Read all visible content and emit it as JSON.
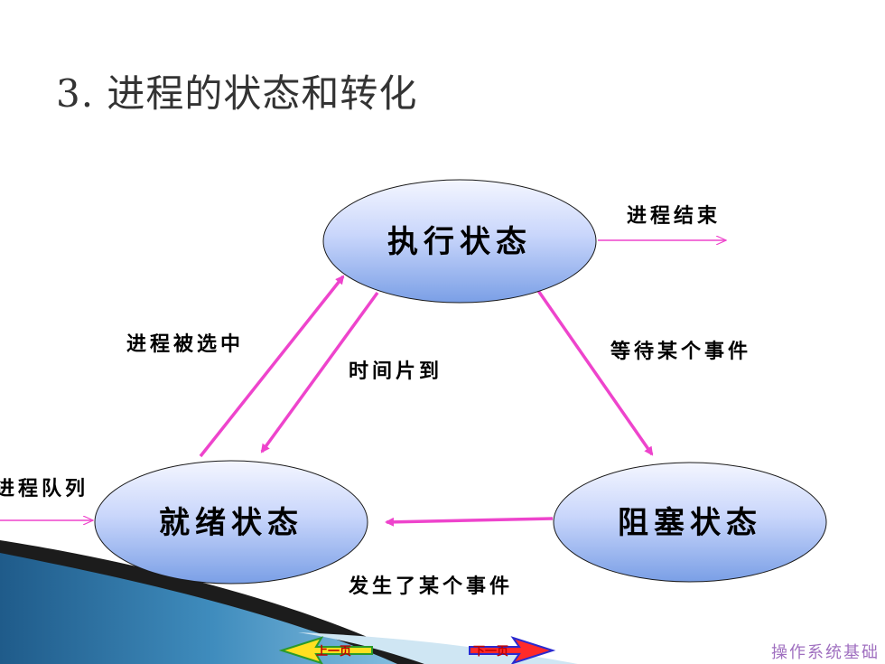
{
  "slide": {
    "title": "3. 进程的状态和转化",
    "footer": "操作系统基础"
  },
  "diagram": {
    "states": {
      "running": "执行状态",
      "ready": "就绪状态",
      "blocked": "阻塞状态"
    },
    "edges": {
      "process_end": "进程结束",
      "selected": "进程被选中",
      "time_slice": "时间片到",
      "wait_event": "等待某个事件",
      "event_occurs": "发生了某个事件",
      "process_queue": "进程队列"
    },
    "colors": {
      "arrow": "#ee44cc",
      "ellipse_top": "#f2f4ff",
      "ellipse_bottom": "#7aa0e8"
    }
  },
  "nav": {
    "prev": "上一页",
    "next": "下一页"
  }
}
